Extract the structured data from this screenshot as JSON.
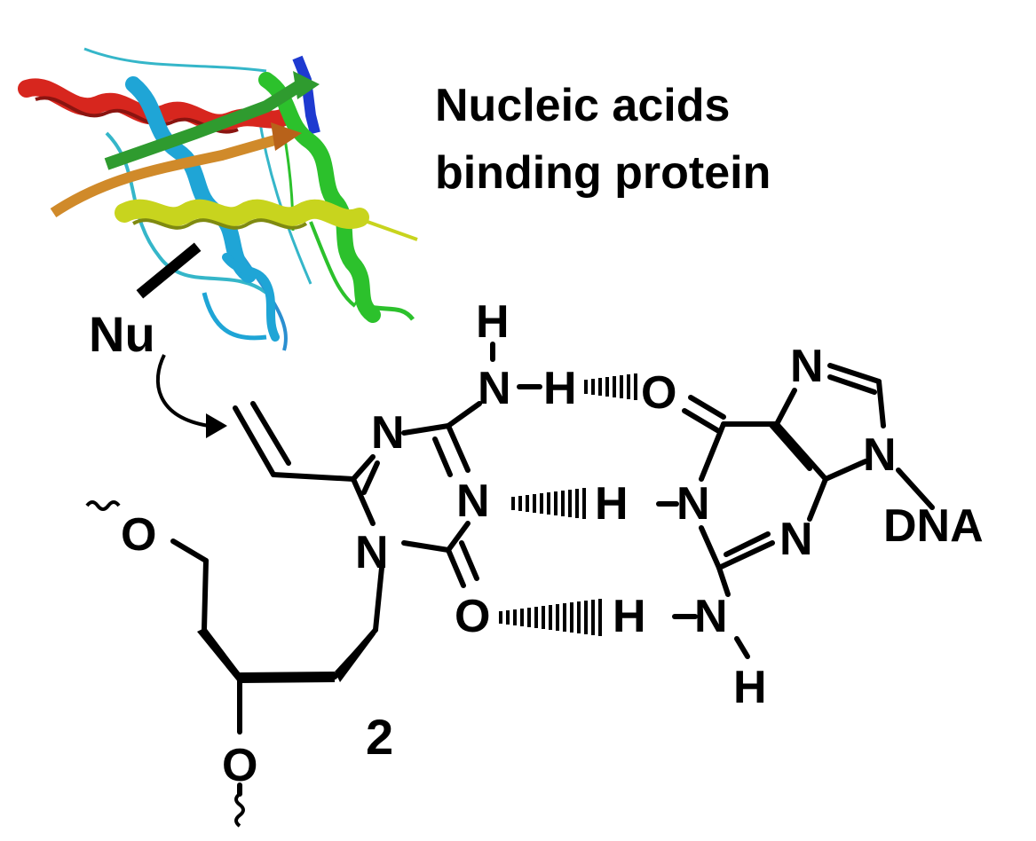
{
  "caption": {
    "line1": "Nucleic acids",
    "line2": "binding protein"
  },
  "labels": {
    "nucleophile": "Nu",
    "compound_number": "2",
    "dna": "DNA"
  },
  "atoms": {
    "N": "N",
    "O": "O",
    "H": "H"
  },
  "protein_colors": [
    "#d7261e",
    "#1fa5d6",
    "#2cc12c",
    "#c8d41e",
    "#d08a2a",
    "#1e3ad0",
    "#6fb36f"
  ]
}
